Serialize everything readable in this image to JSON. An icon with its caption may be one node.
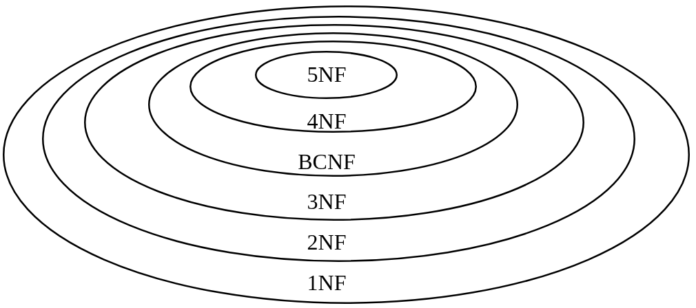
{
  "diagram": {
    "nodes": [
      {
        "text": [
          "1NF"
        ]
      },
      {
        "text": [
          "2NF"
        ],
        "in": 0
      },
      {
        "text": [
          "3NF"
        ],
        "in": 1
      },
      {
        "text": [
          "BCNF"
        ],
        "in": 2
      },
      {
        "text": [
          "4NF"
        ],
        "in": 3
      },
      {
        "text": [
          "5NF"
        ],
        "in": 4
      }
    ]
  }
}
